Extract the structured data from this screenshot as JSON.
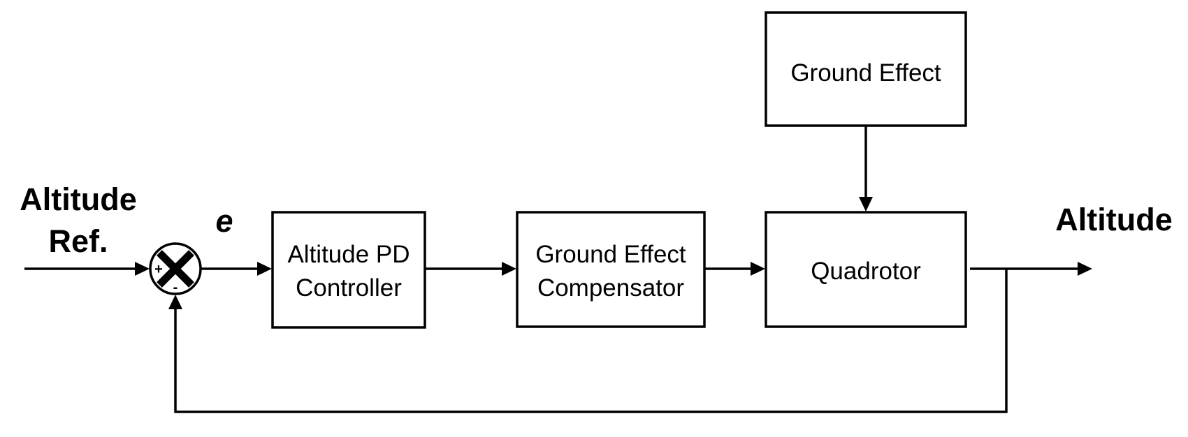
{
  "signals": {
    "input_line1": "Altitude",
    "input_line2": "Ref.",
    "error": "e",
    "output": "Altitude"
  },
  "summing_junction": {
    "plus": "+",
    "minus": "-"
  },
  "blocks": {
    "controller": {
      "line1": "Altitude PD",
      "line2": "Controller"
    },
    "compensator": {
      "line1": "Ground Effect",
      "line2": "Compensator"
    },
    "plant": {
      "line1": "Quadrotor"
    },
    "disturbance": {
      "line1": "Ground Effect"
    }
  }
}
